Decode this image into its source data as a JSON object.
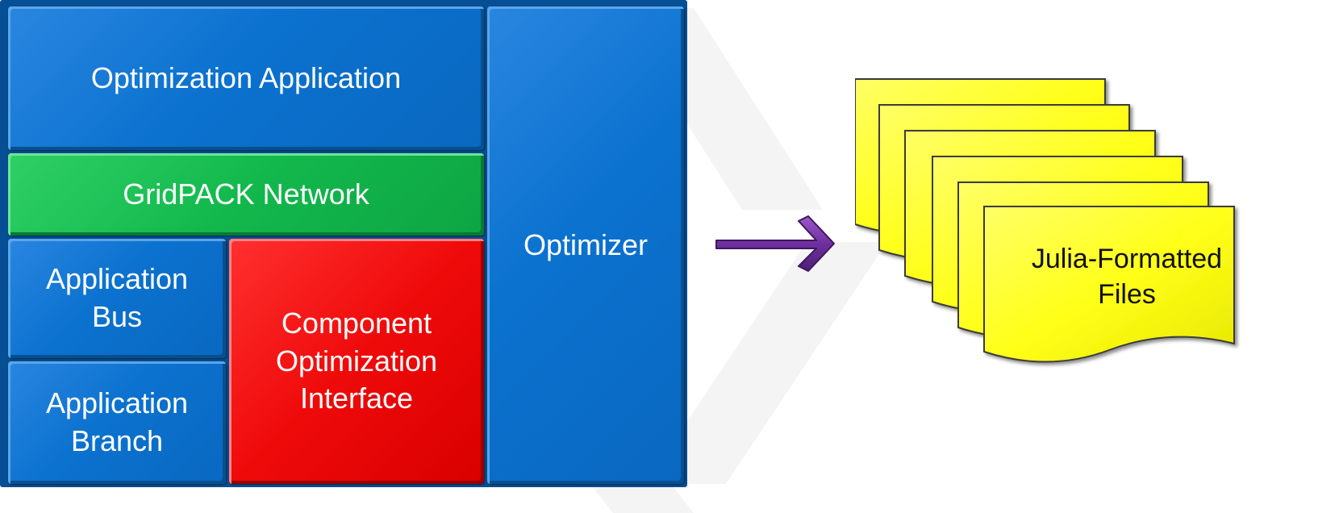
{
  "diagram": {
    "blocks": {
      "optimization_application": "Optimization Application",
      "gridpack_network": "GridPACK Network",
      "application_bus": "Application\nBus",
      "application_branch": "Application\nBranch",
      "component_optimization_interface": "Component\nOptimization\nInterface",
      "optimizer": "Optimizer"
    },
    "output": {
      "label": "Julia-Formatted\nFiles"
    },
    "colors": {
      "blue": "#0b72cf",
      "green": "#12b84c",
      "red": "#ef0a0a",
      "file_yellow": "#ffff1a",
      "arrow_purple": "#7030a0"
    }
  }
}
